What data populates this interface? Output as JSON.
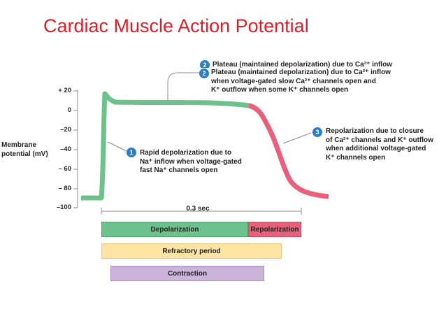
{
  "title": "Cardiac Muscle Action Potential",
  "y_axis": {
    "label_line1": "Membrane",
    "label_line2": "potential (mV)",
    "ticks": [
      "+ 20",
      "0",
      "–20",
      "–40",
      "– 60",
      "– 80",
      "–100"
    ]
  },
  "callouts": {
    "ghost": {
      "number": "2",
      "text": "Plateau (maintained depolarization) due to Ca²⁺ inflow"
    },
    "plateau": {
      "number": "2",
      "lines": [
        "Plateau (maintained depolarization) due to Ca²⁺ inflow",
        "when voltage-gated slow Ca²⁺ channels open and",
        "K⁺ outflow when some K⁺ channels open"
      ]
    },
    "depolarization": {
      "number": "1",
      "lines": [
        "Rapid depolarization due to",
        "Na⁺ inflow when voltage-gated",
        "fast Na⁺ channels open"
      ]
    },
    "repolarization": {
      "number": "3",
      "lines": [
        "Repolarization due to closure",
        "of Ca²⁺ channels and K⁺ outflow",
        "when additional voltage-gated",
        "K⁺ channels open"
      ]
    }
  },
  "duration_label": "0.3 sec",
  "bars": {
    "depolarization": "Depolarization",
    "repolarization": "Repolarization",
    "refractory": "Refractory period",
    "contraction": "Contraction"
  },
  "colors": {
    "title": "#d6202a",
    "depolarization": "#6cc28a",
    "repolarization": "#e8607a",
    "refractory": "#fde3a4",
    "contraction": "#cbb5db",
    "number_badge": "#2d7dc3",
    "axis": "#8c8c8c"
  }
}
